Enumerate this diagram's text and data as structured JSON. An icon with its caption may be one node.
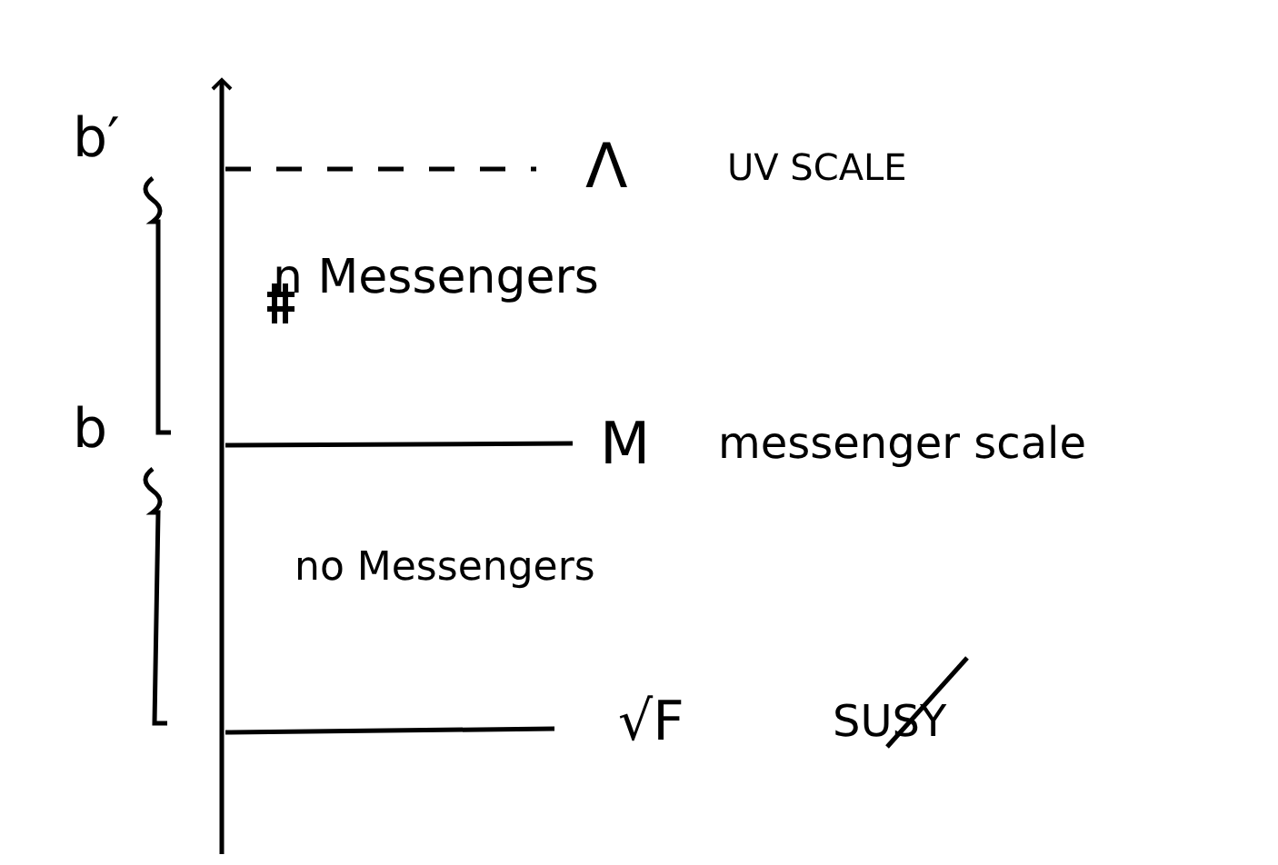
{
  "diagram": {
    "labels": [
      "b′",
      "Λ",
      "UV SCALE",
      "n Messengers",
      "M",
      "messenger scale",
      "b",
      "no Messengers",
      "√F",
      "SUSY"
    ]
  }
}
